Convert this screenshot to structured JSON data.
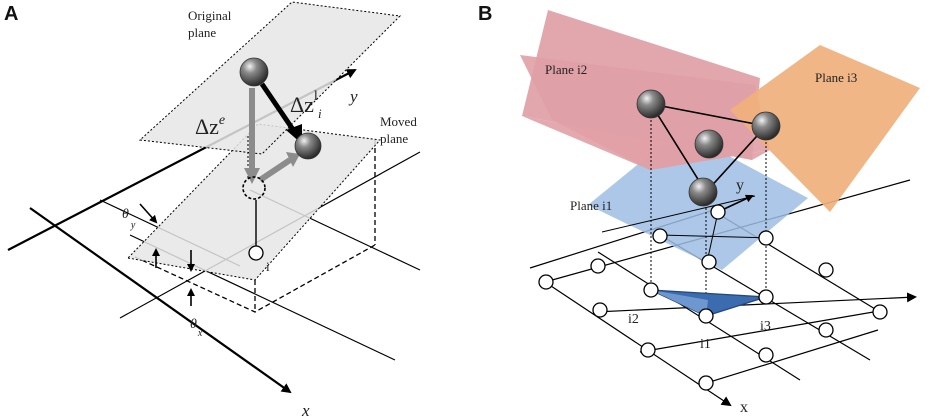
{
  "panel_a": {
    "letter": "A",
    "original_plane": [
      "Original",
      "plane"
    ],
    "moved_plane": [
      "Moved",
      "plane"
    ],
    "axis_y": "y",
    "axis_x": "x",
    "dz_e_main": "Δz",
    "dz_e_sup": "e",
    "dz_i_main": "Δz",
    "dz_i_sup": "l",
    "dz_i_sub": "i",
    "node_i": "i",
    "theta_y": "θ",
    "theta_y_sub": "y",
    "theta_x": "θ",
    "theta_x_sub": "x"
  },
  "panel_b": {
    "letter": "B",
    "plane_i1": "Plane i1",
    "plane_i2": "Plane i2",
    "plane_i3": "Plane i3",
    "axis_y": "y",
    "axis_x": "x",
    "node_i1": "i1",
    "node_i2": "i2",
    "node_i3": "i3"
  },
  "colors": {
    "plane_gray": "#e6e6e6",
    "plane_i1": "#9dbde3",
    "plane_i2": "#e0a0a6",
    "plane_i3": "#f0b07c",
    "triangle": "#3b6cb0",
    "sphere": "#555555"
  }
}
